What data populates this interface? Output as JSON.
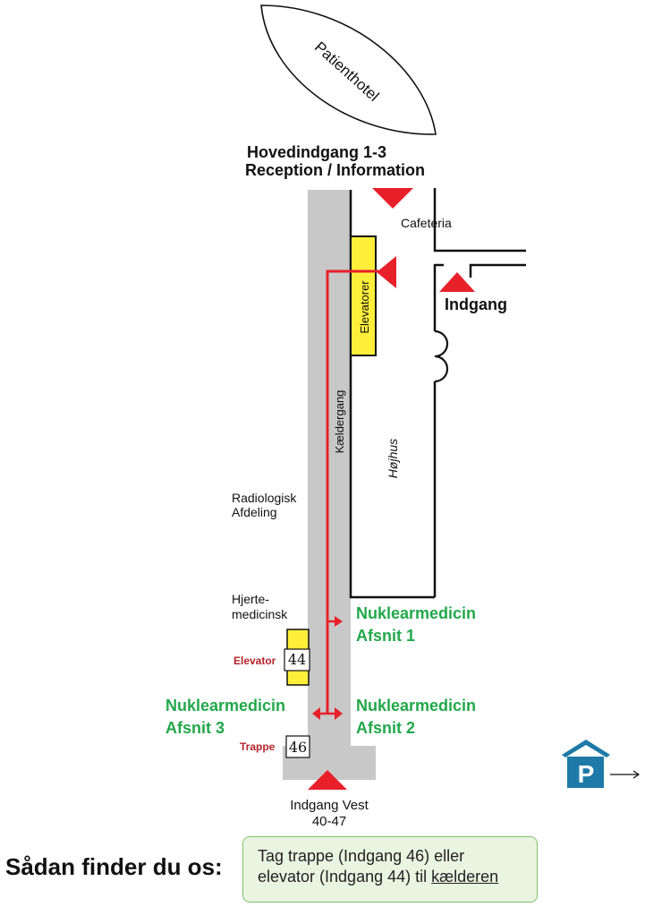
{
  "map": {
    "buildings": {
      "patienthotel": "Patienthotel",
      "main_entrance_line1": "Hovedindgang 1-3",
      "main_entrance_line2": "Reception / Information",
      "cafeteria": "Cafeteria",
      "entrance": "Indgang",
      "elevators": "Elevatorer",
      "basement_corridor": "Kældergang",
      "highrise": "Højhus",
      "radiology_line1": "Radiologisk",
      "radiology_line2": "Afdeling",
      "cardiology_line1": "Hjerte-",
      "cardiology_line2": "medicinsk"
    },
    "points": {
      "elevator_label": "Elevator",
      "elevator_number": "44",
      "stairs_label": "Trappe",
      "stairs_number": "46",
      "west_entrance_line1": "Indgang Vest",
      "west_entrance_line2": "40-47"
    },
    "destinations": {
      "section1_line1": "Nuklearmedicin",
      "section1_line2": "Afsnit 1",
      "section2_line1": "Nuklearmedicin",
      "section2_line2": "Afsnit 2",
      "section3_line1": "Nuklearmedicin",
      "section3_line2": "Afsnit 3"
    },
    "parking": {
      "symbol": "P",
      "icon": "parking-icon",
      "arrow": "arrow-right-icon"
    },
    "colors": {
      "route": "#e8202a",
      "corridor": "#c8c8c8",
      "elevator_fill": "#ffef3a",
      "destination_text": "#22a84a",
      "point_label": "#b5232a",
      "parking_blue": "#1f7aa8"
    }
  },
  "howto": {
    "heading": "Sådan finder du os:",
    "line1": "Tag trappe (Indgang 46) eller",
    "line2_prefix": "elevator (Indgang 44) til ",
    "line2_link": "kælderen"
  }
}
